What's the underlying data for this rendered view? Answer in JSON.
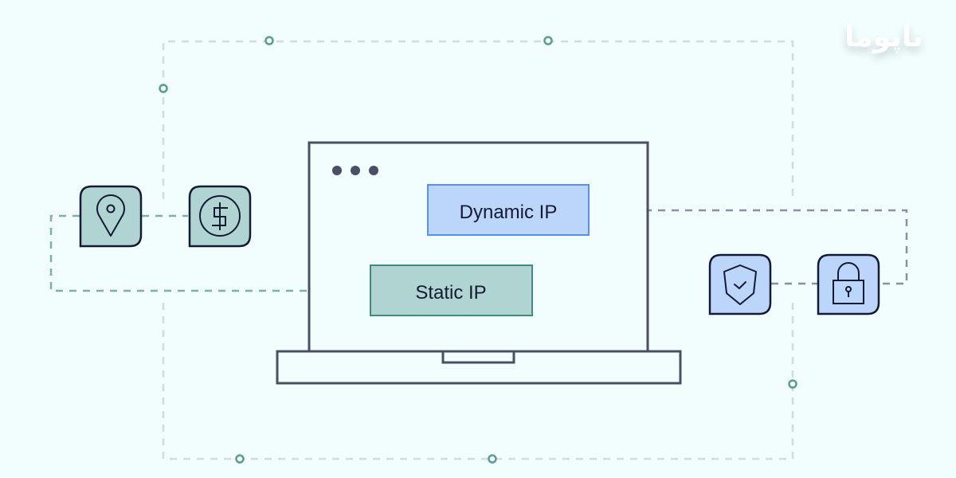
{
  "brand": {
    "logo_text": "تاپوما"
  },
  "diagram": {
    "dynamic_label": "Dynamic IP",
    "static_label": "Static IP",
    "window_dots": 3,
    "left_icons": [
      "location-pin-icon",
      "dollar-coin-icon"
    ],
    "right_icons": [
      "shield-check-icon",
      "padlock-icon"
    ]
  },
  "colors": {
    "background": "#f2fdfd",
    "outline": "#4a4f66",
    "dynamic_fill": "#bcd6fb",
    "dynamic_stroke": "#5b8ef0",
    "static_fill": "#b0d4d2",
    "static_stroke": "#3d8a80",
    "teal_icon_fill": "#b0d4d2",
    "blue_icon_fill": "#bcd6fb",
    "icon_stroke": "#141a33",
    "dash_grey": "#d3dcdc",
    "dash_teal": "#7ab1aa",
    "dash_slate": "#8a90a2",
    "node_ring": "#5b9c94"
  }
}
